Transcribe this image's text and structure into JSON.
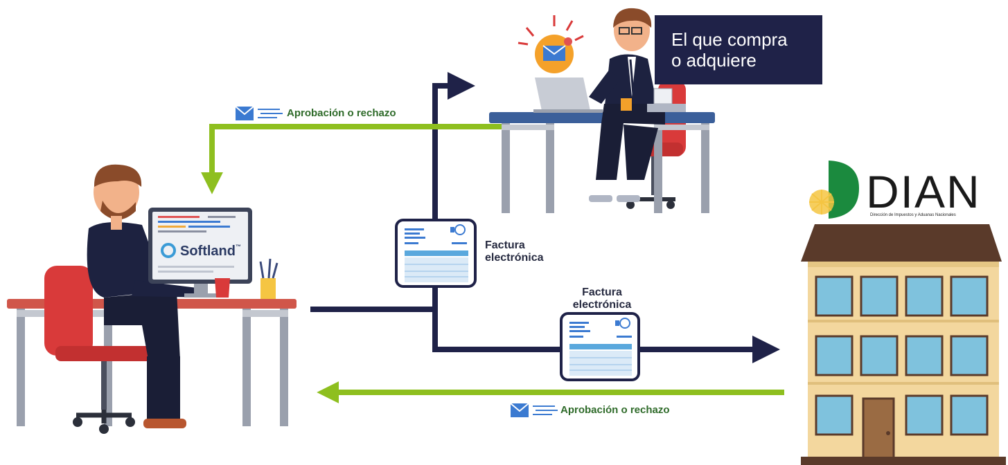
{
  "buyer": {
    "banner_line1": "El que compra",
    "banner_line2": "o adquiere"
  },
  "seller": {
    "software_name": "Softland",
    "trademark": "™"
  },
  "dian": {
    "name": "DIAN",
    "subtitle": "Dirección de Impuestos y Aduanas Nacionales"
  },
  "labels": {
    "approval_top": "Aprobación o rechazo",
    "approval_bottom": "Aprobación o rechazo",
    "invoice1_line1": "Factura",
    "invoice1_line2": "electrónica",
    "invoice2_line1": "Factura",
    "invoice2_line2": "electrónica"
  },
  "colors": {
    "navy": "#1f2248",
    "green": "#8ebf1f",
    "red": "#d93a3a",
    "building": "#f3d79e",
    "roof": "#5a3a2a"
  }
}
